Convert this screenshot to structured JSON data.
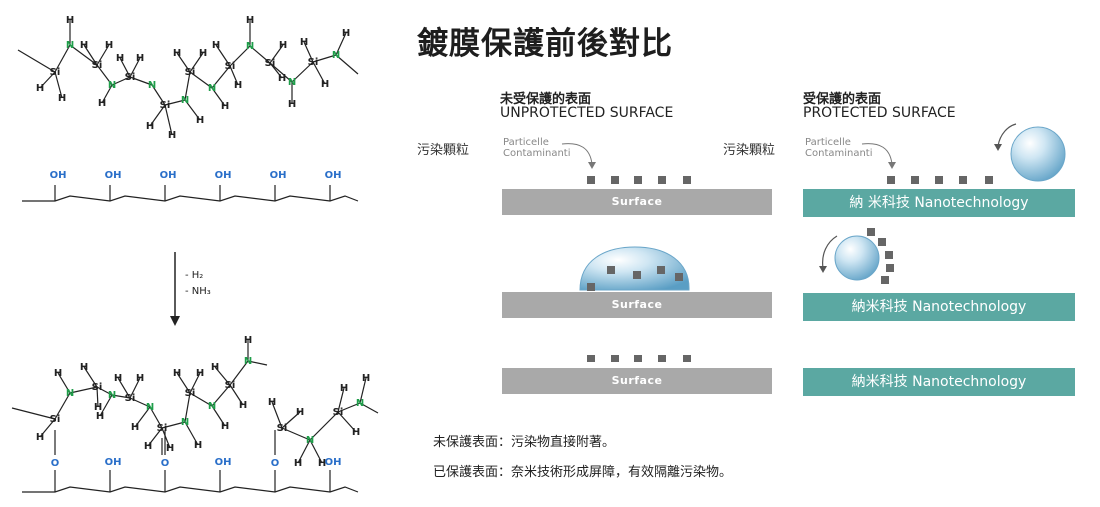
{
  "title": "鍍膜保護前後對比",
  "unprotected": {
    "heading_zh": "未受保護的表面",
    "heading_en": "UNPROTECTED SURFACE"
  },
  "protected": {
    "heading_zh": "受保護的表面",
    "heading_en": "PROTECTED SURFACE"
  },
  "pollutant_label": "污染顆粒",
  "particle_label_line1": "Particelle",
  "particle_label_line2": "Contaminanti",
  "surface_label": "Surface",
  "nano_label_1": "納 米科技 Nanotechnology",
  "nano_label": "納米科技 Nanotechnology",
  "notes": {
    "line1": "未保護表面：污染物直接附著。",
    "line2": "已保護表面：奈米技術形成屏障，有效隔離污染物。"
  },
  "chem": {
    "H": "H",
    "N": "N",
    "Si": "Si",
    "O": "O",
    "OH": "OH",
    "minus_h2": "- H₂",
    "minus_nh3": "- NH₃"
  },
  "colors": {
    "nitrogen": "#1f9e4a",
    "oxygen": "#2a6fc9",
    "surface": "#a9a9a9",
    "nano": "#5ba8a2"
  }
}
